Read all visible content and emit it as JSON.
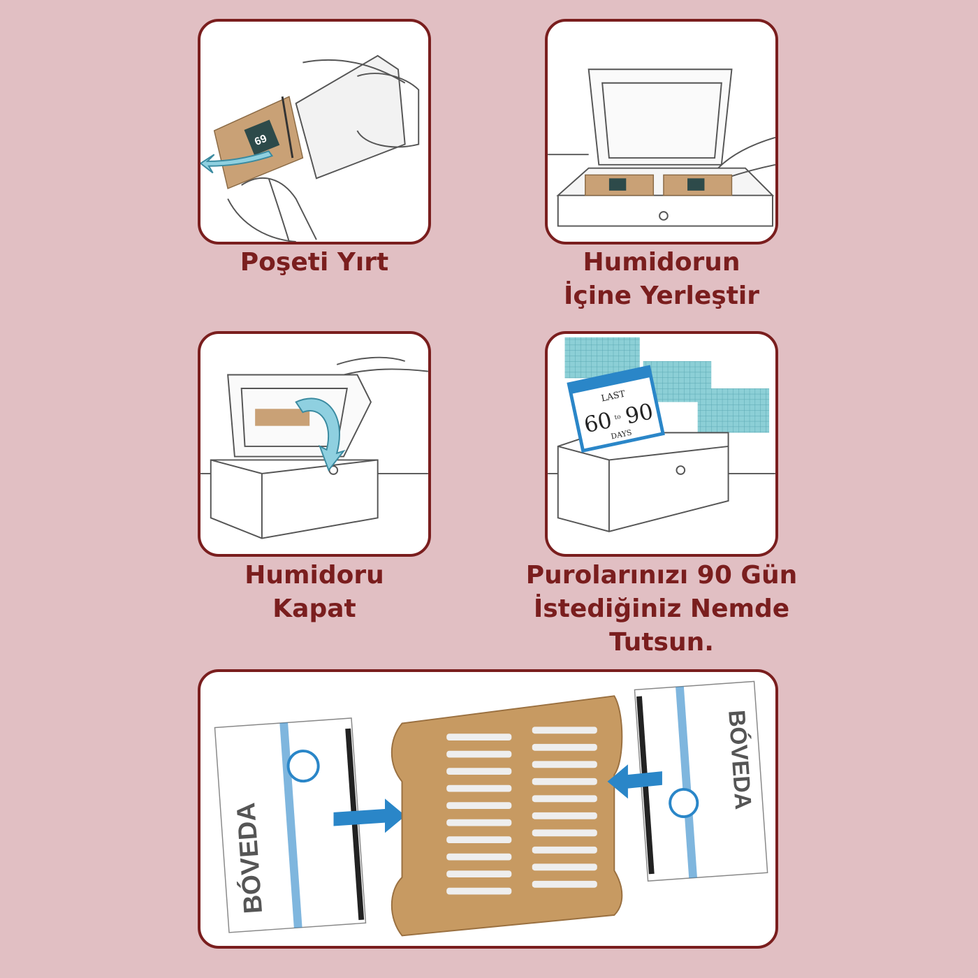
{
  "steps": [
    {
      "lines": [
        "Poşeti Yırt"
      ],
      "illustration_icon": "tear-packet-icon"
    },
    {
      "lines": [
        "Humidorun",
        "İçine Yerleştir"
      ],
      "illustration_icon": "place-in-humidor-icon"
    },
    {
      "lines": [
        "Humidoru",
        "Kapat"
      ],
      "illustration_icon": "close-humidor-icon"
    },
    {
      "lines": [
        "Purolarınızı 90 Gün",
        "İstediğiniz Nemde",
        "Tutsun."
      ],
      "illustration_icon": "calendar-icon"
    }
  ],
  "calendar": {
    "top": "LAST",
    "from": "60",
    "to_word": "to",
    "to": "90",
    "bottom": "DAYS"
  },
  "bottom_panel": {
    "brand": "BÓVEDA",
    "illustration_icon": "boveda-holder-icon"
  },
  "colors": {
    "background": "#e1bfc3",
    "frame": "#7a1e1e",
    "caption": "#7a1e1e",
    "accent_blue": "#2a86c8",
    "kraft": "#c79a62"
  }
}
